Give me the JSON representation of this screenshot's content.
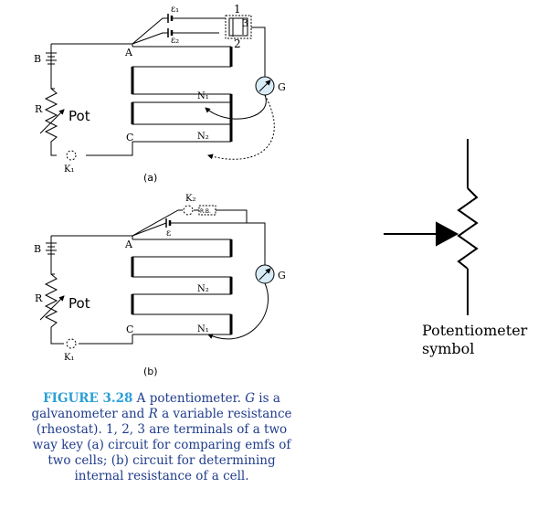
{
  "circuit_a": {
    "label_e1": "ε₁",
    "label_e2": "ε₂",
    "key_1": "1",
    "key_2": "2",
    "key_3": "3",
    "label_A": "A",
    "label_B": "B",
    "label_C": "C",
    "label_G": "G",
    "label_N1": "N₁",
    "label_N2": "N₂",
    "label_R": "R",
    "label_pot": "Pot",
    "label_K1": "K₁",
    "sub": "(a)"
  },
  "circuit_b": {
    "label_K2": "K₂",
    "label_RB": "R.B.",
    "label_e": "ε",
    "label_A": "A",
    "label_B": "B",
    "label_C": "C",
    "label_G": "G",
    "label_N1": "N₁",
    "label_N2": "N₂",
    "label_R": "R",
    "label_pot": "Pot",
    "label_K1": "K₁",
    "sub": "(b)"
  },
  "symbol": {
    "label": "Potentiometer symbol"
  },
  "caption": {
    "figure": "FIGURE 3.28",
    "part1": " A potentiometer. ",
    "g": "G",
    "part2": " is a galvanometer and ",
    "r": "R",
    "part3": " a variable resistance (rheostat). 1, 2, 3 are terminals of a two way key (a) circuit for comparing emfs of two cells; (b) circuit for determining internal resistance of a cell."
  }
}
